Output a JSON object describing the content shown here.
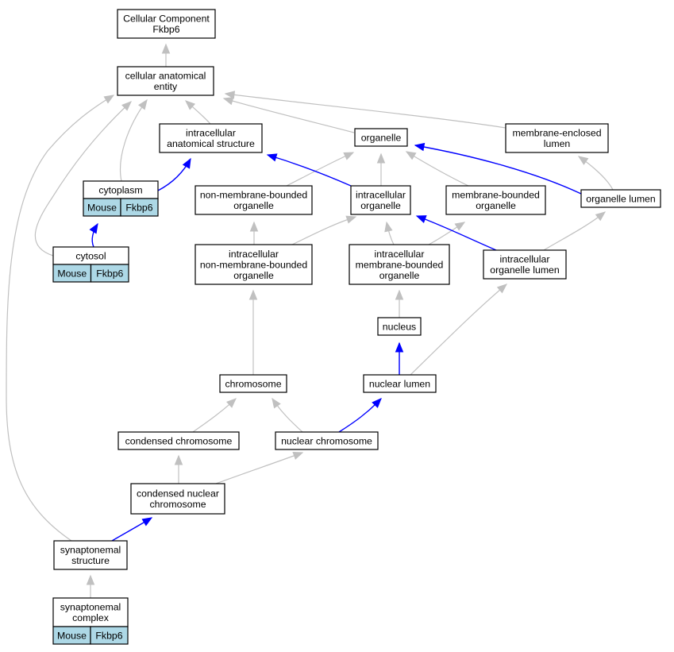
{
  "nodes": {
    "root": {
      "lines": [
        "Cellular Component",
        "Fkbp6"
      ]
    },
    "cae": {
      "lines": [
        "cellular anatomical",
        "entity"
      ]
    },
    "ias": {
      "lines": [
        "intracellular",
        "anatomical structure"
      ]
    },
    "organelle": {
      "lines": [
        "organelle"
      ]
    },
    "mel": {
      "lines": [
        "membrane-enclosed",
        "lumen"
      ]
    },
    "cytoplasm": {
      "lines": [
        "cytoplasm"
      ],
      "tags": [
        "Mouse",
        "Fkbp6"
      ]
    },
    "nmbo": {
      "lines": [
        "non-membrane-bounded",
        "organelle"
      ]
    },
    "io": {
      "lines": [
        "intracellular",
        "organelle"
      ]
    },
    "mbo": {
      "lines": [
        "membrane-bounded",
        "organelle"
      ]
    },
    "ol": {
      "lines": [
        "organelle lumen"
      ]
    },
    "cytosol": {
      "lines": [
        "cytosol"
      ],
      "tags": [
        "Mouse",
        "Fkbp6"
      ]
    },
    "inmbo": {
      "lines": [
        "intracellular",
        "non-membrane-bounded",
        "organelle"
      ]
    },
    "imbo": {
      "lines": [
        "intracellular",
        "membrane-bounded",
        "organelle"
      ]
    },
    "iol": {
      "lines": [
        "intracellular",
        "organelle lumen"
      ]
    },
    "nucleus": {
      "lines": [
        "nucleus"
      ]
    },
    "chromosome": {
      "lines": [
        "chromosome"
      ]
    },
    "nlumen": {
      "lines": [
        "nuclear lumen"
      ]
    },
    "cchrom": {
      "lines": [
        "condensed chromosome"
      ]
    },
    "nchrom": {
      "lines": [
        "nuclear chromosome"
      ]
    },
    "cnchrom": {
      "lines": [
        "condensed nuclear",
        "chromosome"
      ]
    },
    "synstruct": {
      "lines": [
        "synaptonemal",
        "structure"
      ]
    },
    "syncomplex": {
      "lines": [
        "synaptonemal",
        "complex"
      ],
      "tags": [
        "Mouse",
        "Fkbp6"
      ]
    }
  },
  "edges": [
    {
      "from": "cae",
      "to": "root",
      "color": "gray"
    },
    {
      "from": "ias",
      "to": "cae",
      "color": "gray"
    },
    {
      "from": "organelle",
      "to": "cae",
      "color": "gray"
    },
    {
      "from": "mel",
      "to": "cae",
      "color": "gray"
    },
    {
      "from": "cytoplasm",
      "to": "cae",
      "color": "gray"
    },
    {
      "from": "cytoplasm",
      "to": "ias",
      "color": "blue"
    },
    {
      "from": "cytosol",
      "to": "cae",
      "color": "gray"
    },
    {
      "from": "cytosol",
      "to": "cytoplasm",
      "color": "blue"
    },
    {
      "from": "synstruct",
      "to": "cae",
      "color": "gray"
    },
    {
      "from": "nmbo",
      "to": "organelle",
      "color": "gray"
    },
    {
      "from": "io",
      "to": "organelle",
      "color": "gray"
    },
    {
      "from": "io",
      "to": "ias",
      "color": "blue"
    },
    {
      "from": "mbo",
      "to": "organelle",
      "color": "gray"
    },
    {
      "from": "ol",
      "to": "organelle",
      "color": "blue"
    },
    {
      "from": "ol",
      "to": "mel",
      "color": "gray"
    },
    {
      "from": "inmbo",
      "to": "io",
      "color": "gray"
    },
    {
      "from": "inmbo",
      "to": "nmbo",
      "color": "gray"
    },
    {
      "from": "imbo",
      "to": "io",
      "color": "gray"
    },
    {
      "from": "imbo",
      "to": "mbo",
      "color": "gray"
    },
    {
      "from": "iol",
      "to": "io",
      "color": "blue"
    },
    {
      "from": "iol",
      "to": "ol",
      "color": "gray"
    },
    {
      "from": "nucleus",
      "to": "imbo",
      "color": "gray"
    },
    {
      "from": "chromosome",
      "to": "inmbo",
      "color": "gray"
    },
    {
      "from": "nlumen",
      "to": "nucleus",
      "color": "blue"
    },
    {
      "from": "nlumen",
      "to": "iol",
      "color": "gray"
    },
    {
      "from": "cchrom",
      "to": "chromosome",
      "color": "gray"
    },
    {
      "from": "nchrom",
      "to": "chromosome",
      "color": "gray"
    },
    {
      "from": "nchrom",
      "to": "nlumen",
      "color": "blue"
    },
    {
      "from": "cnchrom",
      "to": "cchrom",
      "color": "gray"
    },
    {
      "from": "cnchrom",
      "to": "nchrom",
      "color": "gray"
    },
    {
      "from": "synstruct",
      "to": "cnchrom",
      "color": "blue"
    },
    {
      "from": "syncomplex",
      "to": "synstruct",
      "color": "gray"
    }
  ],
  "colors": {
    "gray_edge": "#c0c0c0",
    "blue_edge": "#0000ff",
    "tag_fill": "#add8e6"
  }
}
